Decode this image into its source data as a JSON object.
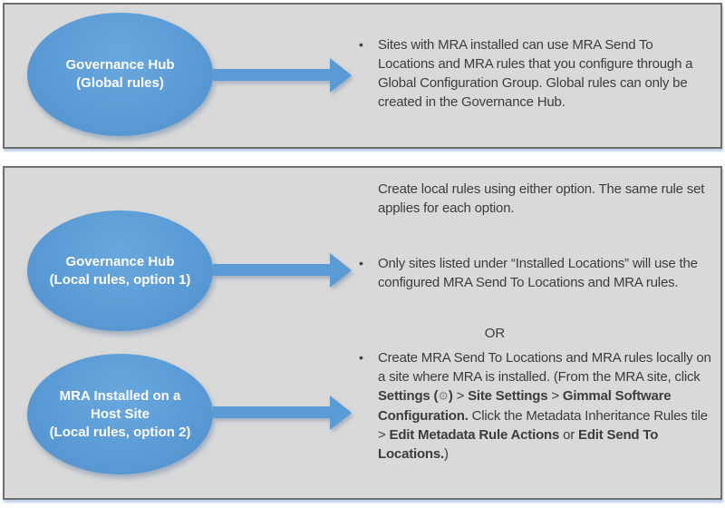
{
  "glyphs": {
    "bullet": "•",
    "gear": "⚙"
  },
  "colors": {
    "panel_bg": "#d9d9d9",
    "panel_border": "#6e6e6e",
    "shape_blue": "#5b9bd5",
    "body_text": "#3d3d3d"
  },
  "global_panel": {
    "ellipse_lines": [
      "Governance Hub",
      "(Global rules)"
    ],
    "bullet_text": "Sites with MRA installed can use MRA Send To Locations and MRA rules that you configure through a Global Configuration Group. Global rules can only be created in the Governance Hub."
  },
  "local_panel": {
    "intro_text": "Create local rules using either option. The same rule set applies for each option.",
    "option1": {
      "ellipse_lines": [
        "Governance Hub",
        "(Local rules, option 1)"
      ],
      "bullet_text": "Only sites listed under “Installed Locations” will use the configured MRA Send To Locations and MRA rules."
    },
    "or_label": "OR",
    "option2": {
      "ellipse_lines": [
        "MRA Installed on a",
        "Host Site",
        "(Local rules, option 2)"
      ],
      "bullet_segments": [
        {
          "text": "Create MRA Send To Locations and MRA rules locally on a site where MRA is installed. (From the MRA site, click ",
          "bold": false
        },
        {
          "text": "Settings (",
          "bold": true
        },
        {
          "icon": "gear"
        },
        {
          "text": ")",
          "bold": true
        },
        {
          "text": " > ",
          "bold": false
        },
        {
          "text": "Site Settings",
          "bold": true
        },
        {
          "text": " > ",
          "bold": false
        },
        {
          "text": "Gimmal Software Configuration.",
          "bold": true
        },
        {
          "text": " Click the Metadata Inheritance Rules tile > ",
          "bold": false
        },
        {
          "text": "Edit Metadata Rule Actions",
          "bold": true
        },
        {
          "text": " or ",
          "bold": false
        },
        {
          "text": "Edit Send To Locations.",
          "bold": true
        },
        {
          "text": ")",
          "bold": false
        }
      ]
    }
  }
}
